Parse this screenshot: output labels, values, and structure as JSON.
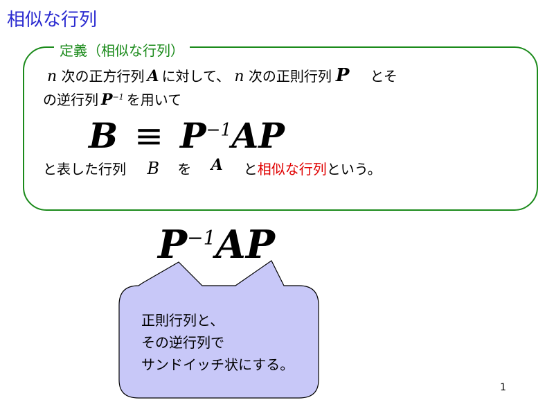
{
  "slide": {
    "title": "相似な行列",
    "page_number": "1"
  },
  "definition": {
    "label": "定義（相似な行列）",
    "line1": {
      "var_n": "n",
      "t1": "次の正方行列",
      "var_A": "A",
      "t2": "に対して、",
      "var_n2": "n",
      "t3": "次の正則行列",
      "var_P": "P",
      "t4": "とそ"
    },
    "line2": {
      "t1": "の逆行列",
      "var_P": "P",
      "exp": "−1",
      "t2": "を用いて"
    },
    "formula": {
      "lhs": "B",
      "op": "≡",
      "p": "P",
      "exp": "−1",
      "rest": "AP"
    },
    "line3": {
      "t1": "と表した行列",
      "var_B": "B",
      "t2": "を",
      "var_A": "A",
      "t3": "と",
      "highlight": "相似な行列",
      "t4": "という。"
    }
  },
  "big_expression": {
    "p": "P",
    "exp": "−1",
    "rest": "AP"
  },
  "callout": {
    "lines": [
      "正則行列と、",
      "その逆行列で",
      "サンドイッチ状にする。"
    ]
  },
  "colors": {
    "title": "#2a2ad0",
    "definition_border": "#1a8a1a",
    "highlight": "#e00000",
    "callout_fill": "#c8c8f8"
  }
}
